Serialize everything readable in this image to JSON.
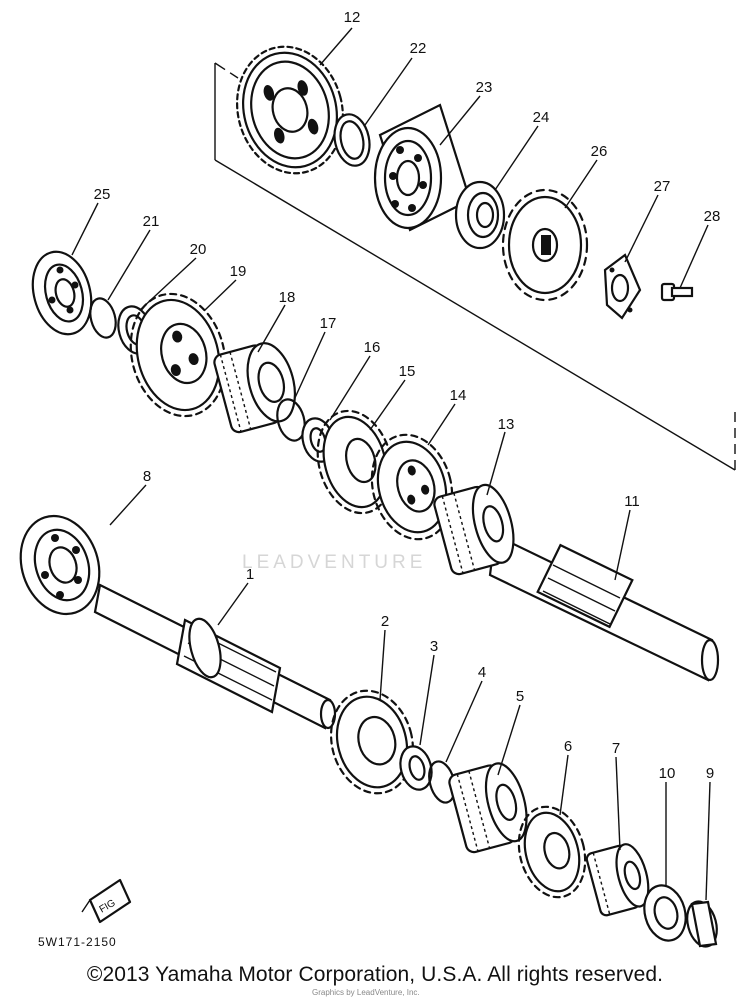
{
  "diagram": {
    "part_numbers": [
      "1",
      "2",
      "3",
      "4",
      "5",
      "6",
      "7",
      "8",
      "9",
      "10",
      "11",
      "12",
      "13",
      "14",
      "15",
      "16",
      "17",
      "18",
      "19",
      "20",
      "21",
      "22",
      "23",
      "24",
      "25",
      "26",
      "27",
      "28"
    ],
    "reference_code": "5W171-2150",
    "corner_mark": "FIG",
    "watermark": "LEADVENTURE",
    "credit": "Graphics by LeadVenture, Inc."
  },
  "footer": {
    "copyright": "©2013 Yamaha Motor Corporation, U.S.A. All rights reserved."
  }
}
